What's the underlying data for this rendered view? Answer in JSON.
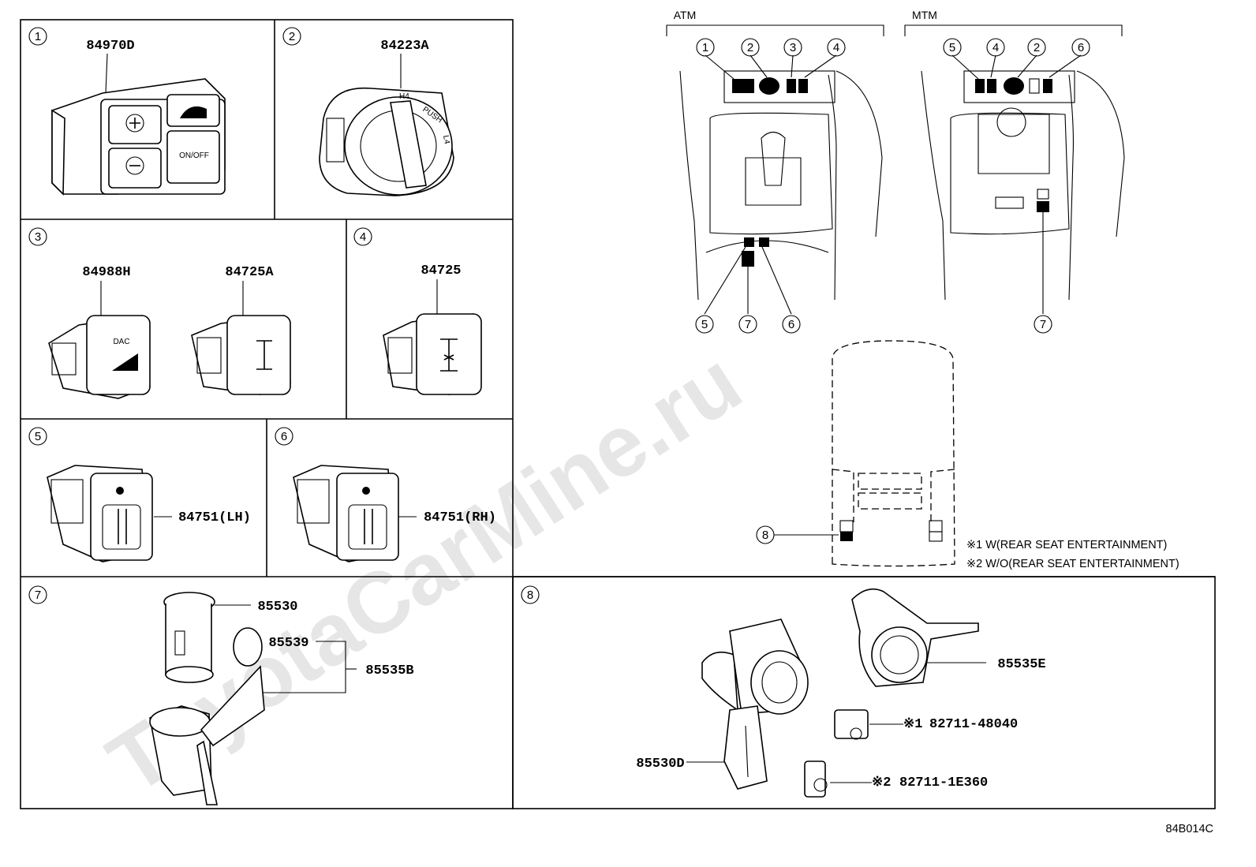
{
  "watermark": "ToyotaCarMine.ru",
  "diagram_code": "84B014C",
  "sections": {
    "s1": {
      "num": "1",
      "parts": {
        "a": "84970D"
      },
      "face": {
        "onoff": "ON/OFF"
      }
    },
    "s2": {
      "num": "2",
      "parts": {
        "a": "84223A"
      },
      "knob": {
        "h4": "H4",
        "push": "PUSH",
        "l4": "L4"
      }
    },
    "s3": {
      "num": "3",
      "parts": {
        "a": "84988H",
        "b": "84725A"
      },
      "dac": "DAC"
    },
    "s4": {
      "num": "4",
      "parts": {
        "a": "84725"
      }
    },
    "s5": {
      "num": "5",
      "parts": {
        "a": "84751(LH)"
      }
    },
    "s6": {
      "num": "6",
      "parts": {
        "a": "84751(RH)"
      }
    },
    "s7": {
      "num": "7",
      "parts": {
        "a": "85530",
        "b": "85539",
        "c": "85535B"
      }
    },
    "s8": {
      "num": "8",
      "parts": {
        "a": "85535E",
        "b": "82711-48040",
        "c": "82711-1E360",
        "d": "85530D"
      },
      "markers": {
        "b": "※1",
        "c": "※2"
      }
    }
  },
  "overview": {
    "atm": {
      "label": "ATM",
      "callouts": [
        "1",
        "2",
        "3",
        "4",
        "5",
        "7",
        "6"
      ]
    },
    "mtm": {
      "label": "MTM",
      "callouts": [
        "5",
        "4",
        "2",
        "6",
        "7"
      ]
    },
    "rear": {
      "callout": "8"
    },
    "notes": [
      "※1 W(REAR SEAT ENTERTAINMENT)",
      "※2 W/O(REAR SEAT ENTERTAINMENT)"
    ]
  }
}
